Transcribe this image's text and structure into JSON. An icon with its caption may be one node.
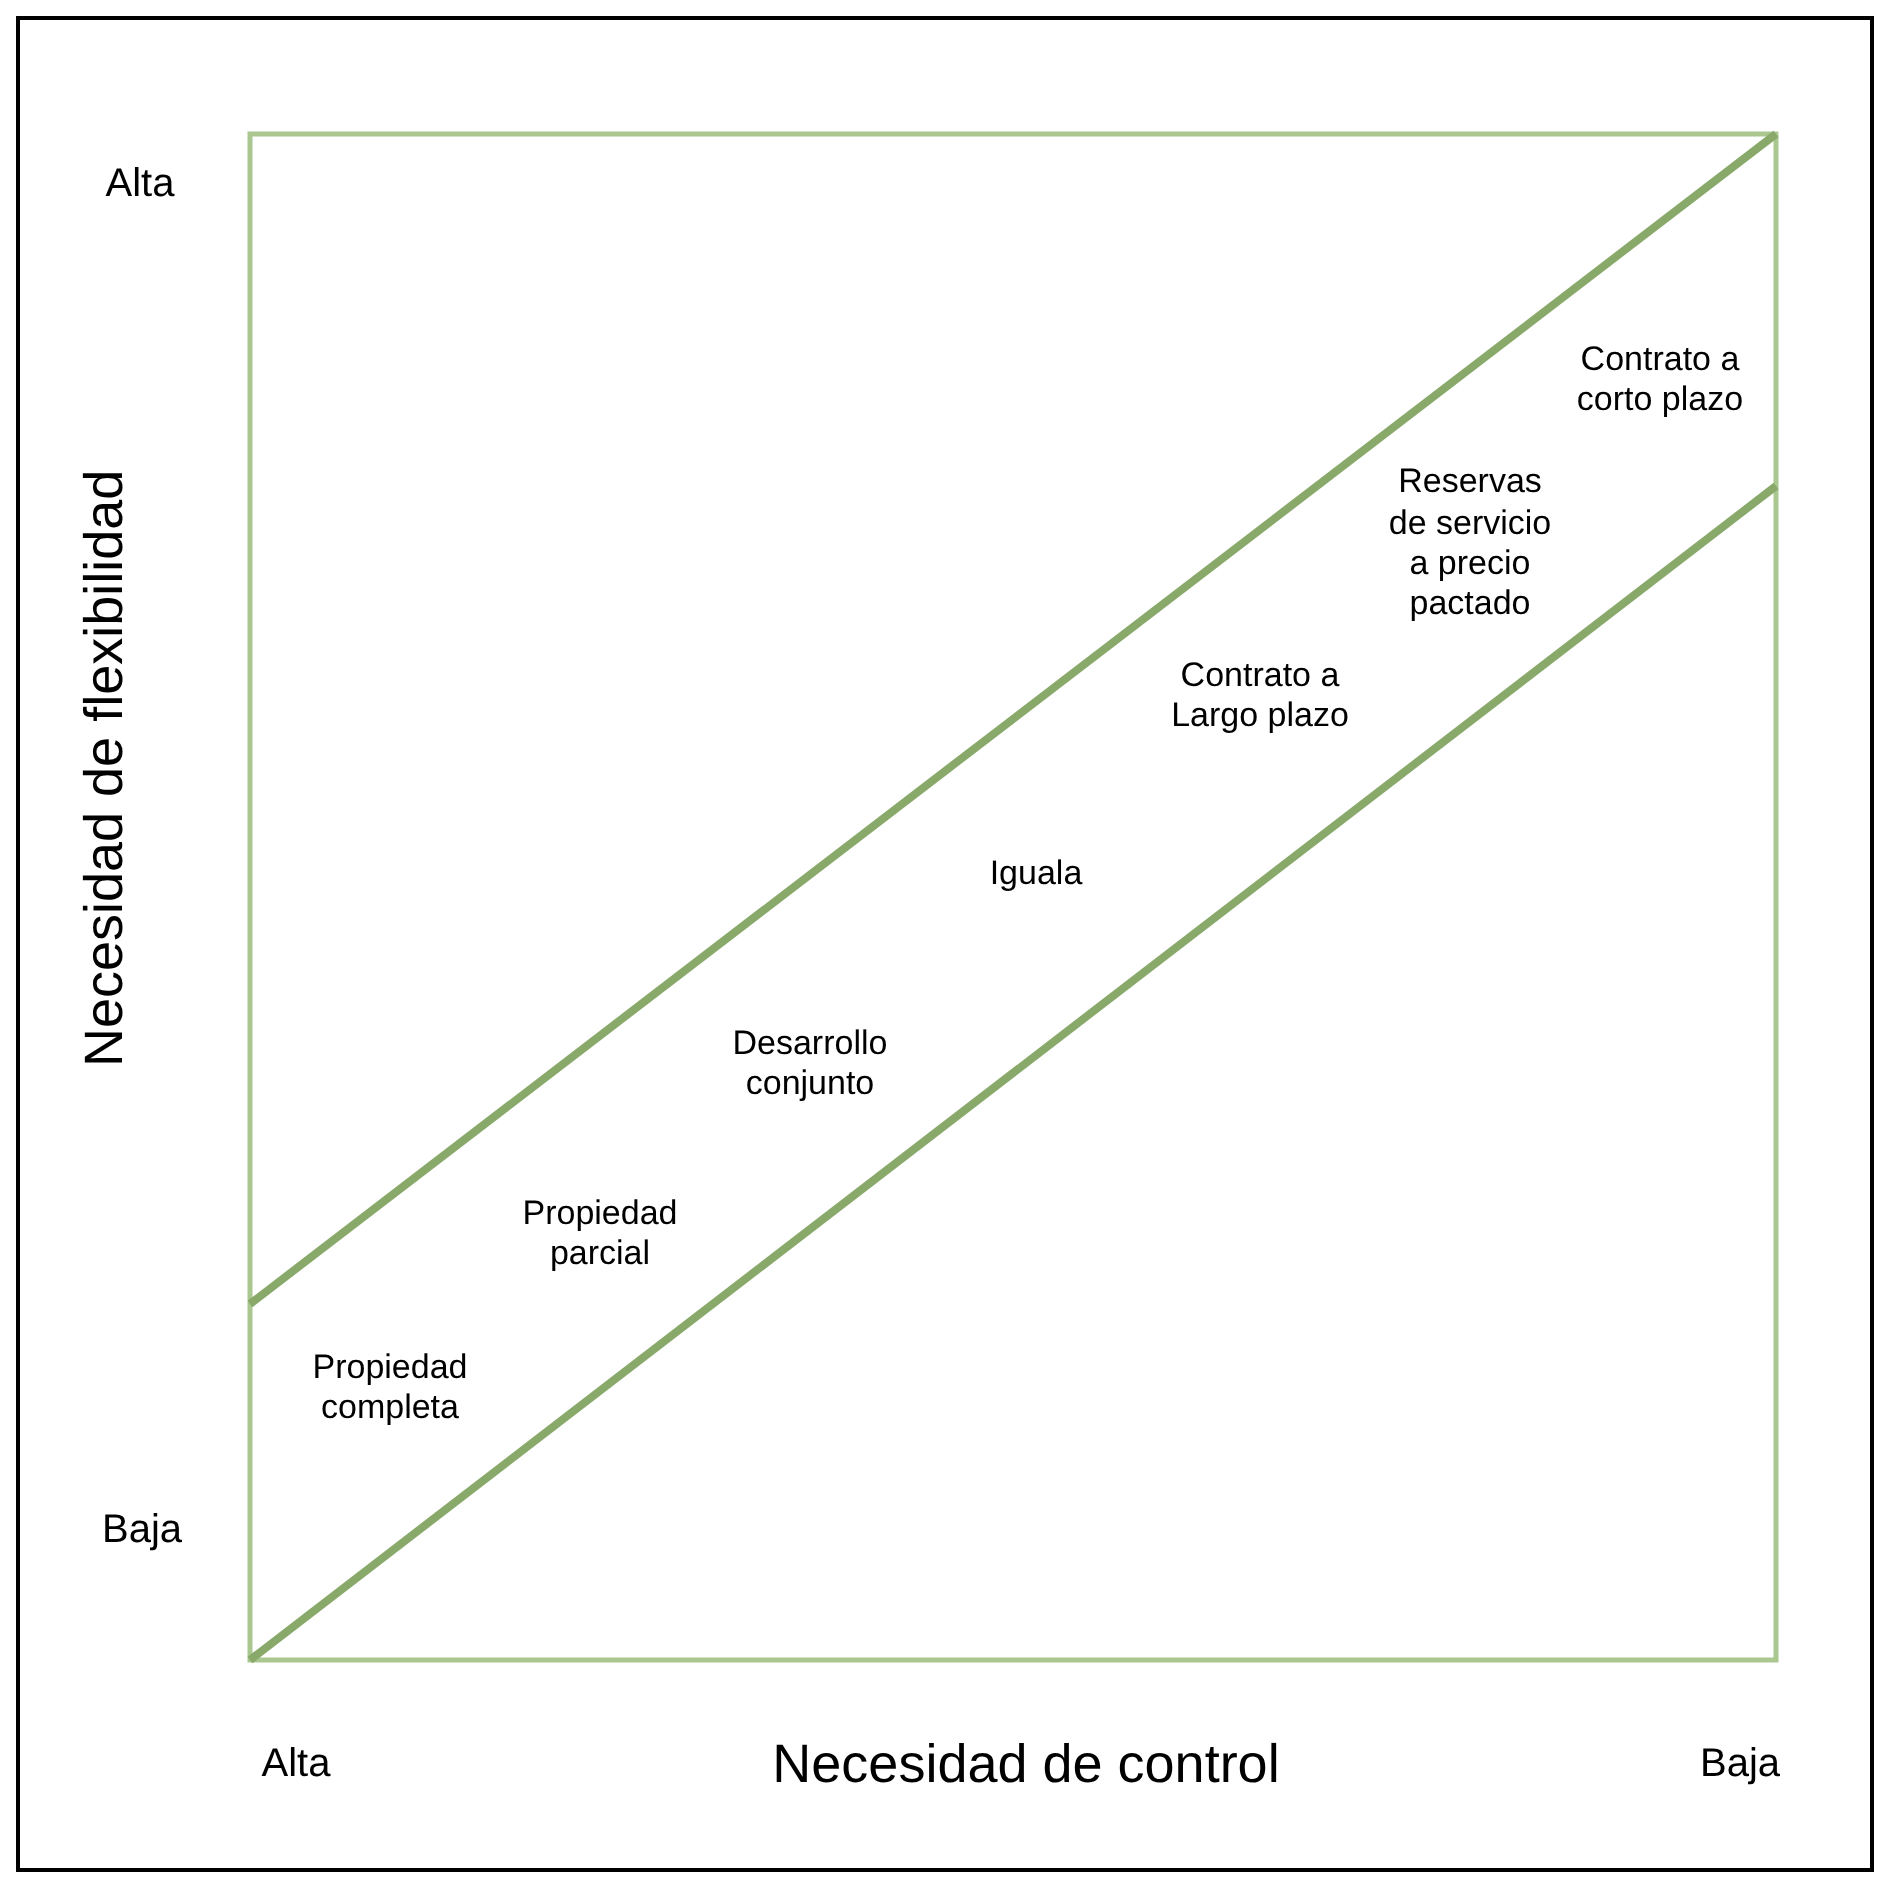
{
  "diagram": {
    "labels": [
      "Alta",
      "Contrato a corto plazo",
      "Reservas de servicio a precio pactado",
      "Contrato a Largo plazo",
      "Necesidad de flexibilidad",
      "Iguala",
      "Desarrollo conjunto",
      "Propiedad parcial",
      "Propiedad completa",
      "Baja",
      "Alta",
      "Necesidad de control",
      "Baja"
    ]
  }
}
